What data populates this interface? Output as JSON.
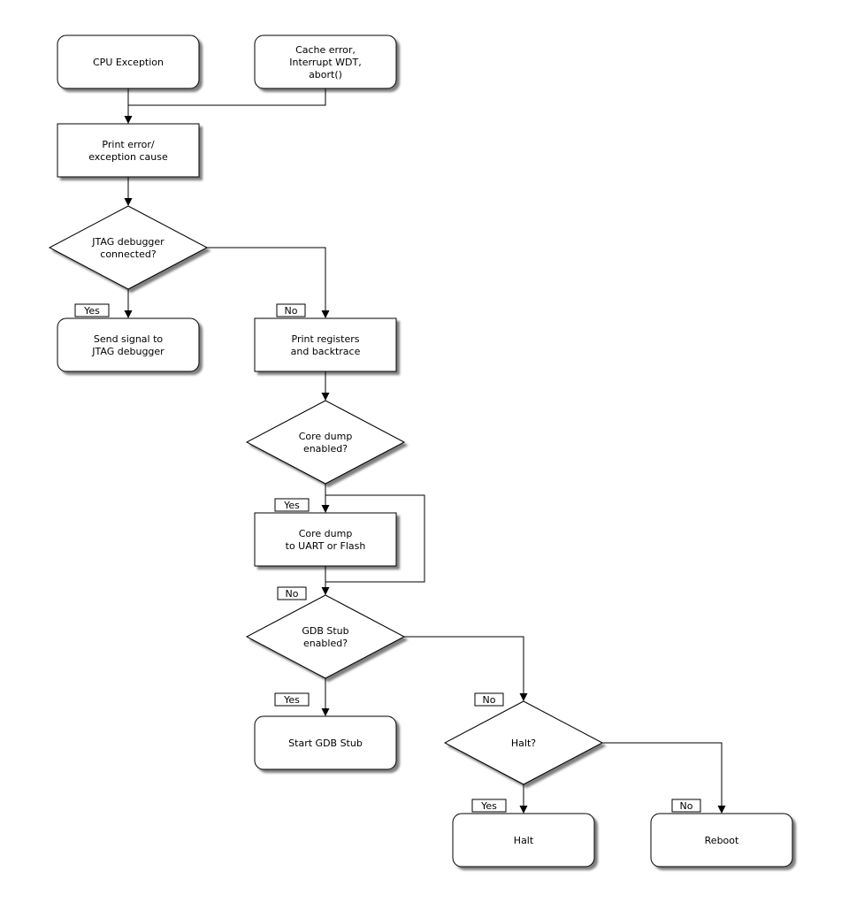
{
  "nodes": {
    "cpu_exception": {
      "line1": "CPU Exception"
    },
    "cache_error": {
      "line1": "Cache error,",
      "line2": "Interrupt WDT,",
      "line3": "abort()"
    },
    "print_error": {
      "line1": "Print error/",
      "line2": "exception cause"
    },
    "jtag_question": {
      "line1": "JTAG debugger",
      "line2": "connected?"
    },
    "send_signal": {
      "line1": "Send signal to",
      "line2": "JTAG debugger"
    },
    "print_registers": {
      "line1": "Print registers",
      "line2": "and backtrace"
    },
    "core_dump_question": {
      "line1": "Core dump",
      "line2": "enabled?"
    },
    "core_dump": {
      "line1": "Core dump",
      "line2": "to UART or Flash"
    },
    "gdb_stub_question": {
      "line1": "GDB Stub",
      "line2": "enabled?"
    },
    "start_gdb_stub": {
      "line1": "Start GDB Stub"
    },
    "halt_question": {
      "line1": "Halt?"
    },
    "halt": {
      "line1": "Halt"
    },
    "reboot": {
      "line1": "Reboot"
    }
  },
  "edge_labels": {
    "jtag_yes": "Yes",
    "jtag_no": "No",
    "core_dump_yes": "Yes",
    "core_dump_no": "No",
    "gdb_stub_yes": "Yes",
    "gdb_stub_no": "No",
    "halt_yes": "Yes",
    "halt_no": "No"
  },
  "colors": {
    "stroke": "#000000",
    "node_fill": "#ffffff",
    "background": "#ffffff",
    "shadow": "#777777"
  }
}
